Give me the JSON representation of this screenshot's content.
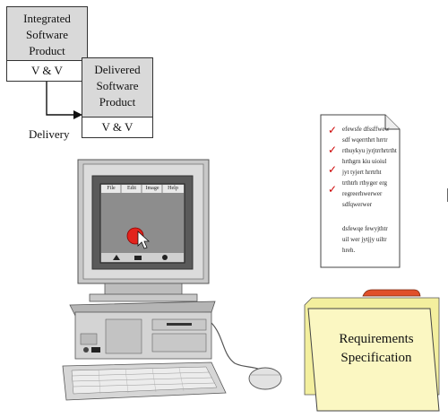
{
  "boxes": {
    "integrated": {
      "title_line1": "Integrated",
      "title_line2": "Software",
      "title_line3": "Product",
      "vv_label": "V & V"
    },
    "delivered": {
      "title_line1": "Delivered",
      "title_line2": "Software",
      "title_line3": "Product",
      "vv_label": "V & V"
    }
  },
  "arrow_label": "Delivery",
  "screen_menu": [
    "File",
    "Edit",
    "Image",
    "Help"
  ],
  "document": {
    "checked_lines": [
      "efewsfe dfssffwew",
      "sdf wqerrthrt hrrtr",
      "rthuykyu jyrjtrrhrtrtht",
      "hrthgrn kiu uioiul",
      "jyt tyjert hrrtrht",
      "trthtrh rthyger erg"
    ],
    "other_lines": [
      "regreerhwerwer",
      "sdfqwerwer",
      "",
      "dsfewqe fewyjthtr",
      "uil wer jytjjy uiltr",
      "hreh."
    ]
  },
  "folder": {
    "line1": "Requirements",
    "line2": "Specification"
  },
  "colors": {
    "box_fill": "#d9d9d9",
    "check_red": "#cc0000",
    "folder_fill": "#fbf7c2",
    "folder_tab": "#e0502a",
    "screen_red": "#e3231c"
  }
}
